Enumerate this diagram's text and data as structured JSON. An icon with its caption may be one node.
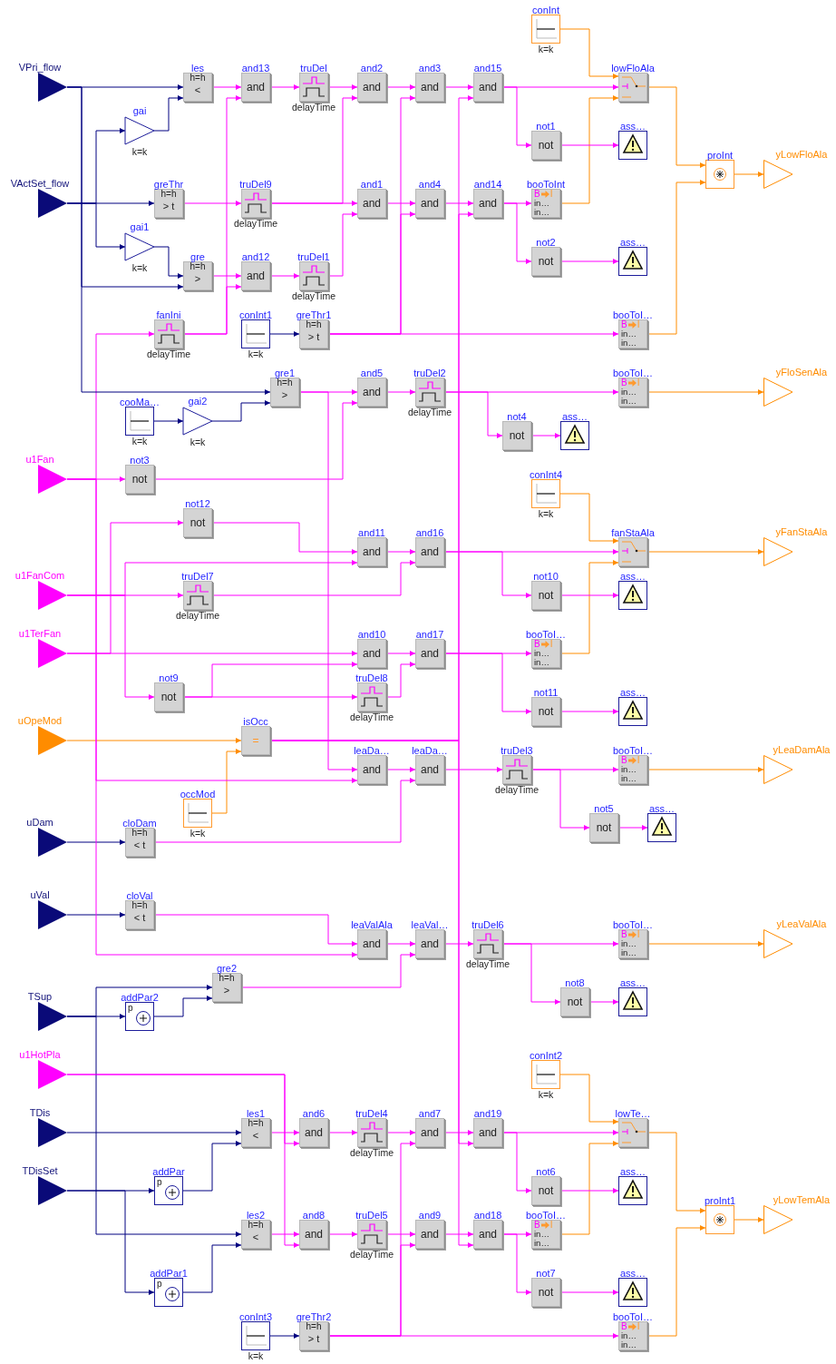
{
  "diagram": {
    "nodes": [
      {
        "text": [
          "conInt"
        ],
        "beside": [
          "k=k"
        ]
      },
      {
        "text": [
          "VPri_flow"
        ]
      },
      {
        "text": [
          "les",
          "h=h",
          "<"
        ]
      },
      {
        "text": [
          "and13",
          "and"
        ]
      },
      {
        "text": [
          "truDel"
        ],
        "beside": [
          "delayTime"
        ]
      },
      {
        "text": [
          "and2",
          "and"
        ]
      },
      {
        "text": [
          "and3",
          "and"
        ]
      },
      {
        "text": [
          "and15",
          "and"
        ]
      },
      {
        "text": [
          "lowFloAla"
        ]
      },
      {
        "text": [
          "gai"
        ],
        "beside": [
          "k=k"
        ]
      },
      {
        "text": [
          "not1",
          "not"
        ]
      },
      {
        "text": [
          "ass…"
        ]
      },
      {
        "text": [
          "proInt"
        ]
      },
      {
        "text": [
          "yLowFloAla"
        ]
      },
      {
        "text": [
          "VActSet_flow"
        ]
      },
      {
        "text": [
          "greThr",
          "h=h",
          "> t"
        ]
      },
      {
        "text": [
          "truDel9"
        ],
        "beside": [
          "delayTime"
        ]
      },
      {
        "text": [
          "and1",
          "and"
        ]
      },
      {
        "text": [
          "and4",
          "and"
        ]
      },
      {
        "text": [
          "and14",
          "and"
        ]
      },
      {
        "text": [
          "booToInt",
          "B",
          "I",
          "in…",
          "in…"
        ]
      },
      {
        "text": [
          "gai1"
        ],
        "beside": [
          "k=k"
        ]
      },
      {
        "text": [
          "not2",
          "not"
        ]
      },
      {
        "text": [
          "ass…"
        ]
      },
      {
        "text": [
          "gre",
          "h=h",
          ">"
        ]
      },
      {
        "text": [
          "and12",
          "and"
        ]
      },
      {
        "text": [
          "truDel1"
        ],
        "beside": [
          "delayTime"
        ]
      },
      {
        "text": [
          "fanIni"
        ],
        "beside": [
          "delayTime"
        ]
      },
      {
        "text": [
          "conInt1"
        ],
        "beside": [
          "k=k"
        ]
      },
      {
        "text": [
          "greThr1",
          "h=h",
          "> t"
        ]
      },
      {
        "text": [
          "booToI…",
          "B",
          "I",
          "in…",
          "in…"
        ]
      },
      {
        "text": [
          "gre1",
          "h=h",
          ">"
        ]
      },
      {
        "text": [
          "and5",
          "and"
        ]
      },
      {
        "text": [
          "truDel2"
        ],
        "beside": [
          "delayTime"
        ]
      },
      {
        "text": [
          "booToI…",
          "B",
          "I",
          "in…",
          "in…"
        ]
      },
      {
        "text": [
          "yFloSenAla"
        ]
      },
      {
        "text": [
          "cooMa…"
        ],
        "beside": [
          "k=k"
        ]
      },
      {
        "text": [
          "gai2"
        ],
        "beside": [
          "k=k"
        ]
      },
      {
        "text": [
          "not4",
          "not"
        ]
      },
      {
        "text": [
          "ass…"
        ]
      },
      {
        "text": [
          "u1Fan"
        ]
      },
      {
        "text": [
          "not3",
          "not"
        ]
      },
      {
        "text": [
          "conInt4"
        ],
        "beside": [
          "k=k"
        ]
      },
      {
        "text": [
          "not12",
          "not"
        ]
      },
      {
        "text": [
          "and11",
          "and"
        ]
      },
      {
        "text": [
          "and16",
          "and"
        ]
      },
      {
        "text": [
          "fanStaAla"
        ]
      },
      {
        "text": [
          "yFanStaAla"
        ]
      },
      {
        "text": [
          "u1FanCom"
        ]
      },
      {
        "text": [
          "truDel7"
        ],
        "beside": [
          "delayTime"
        ]
      },
      {
        "text": [
          "not10",
          "not"
        ]
      },
      {
        "text": [
          "ass…"
        ]
      },
      {
        "text": [
          "u1TerFan"
        ]
      },
      {
        "text": [
          "and10",
          "and"
        ]
      },
      {
        "text": [
          "and17",
          "and"
        ]
      },
      {
        "text": [
          "booToI…",
          "B",
          "I",
          "in…",
          "in…"
        ]
      },
      {
        "text": [
          "not9",
          "not"
        ]
      },
      {
        "text": [
          "truDel8"
        ],
        "beside": [
          "delayTime"
        ]
      },
      {
        "text": [
          "not11",
          "not"
        ]
      },
      {
        "text": [
          "ass…"
        ]
      },
      {
        "text": [
          "uOpeMod"
        ]
      },
      {
        "text": [
          "isOcc",
          "="
        ]
      },
      {
        "text": [
          "leaDa…",
          "and"
        ]
      },
      {
        "text": [
          "leaDa…",
          "and"
        ]
      },
      {
        "text": [
          "truDel3"
        ],
        "beside": [
          "delayTime"
        ]
      },
      {
        "text": [
          "booToI…",
          "B",
          "I",
          "in…",
          "in…"
        ]
      },
      {
        "text": [
          "yLeaDamAla"
        ]
      },
      {
        "text": [
          "occMod"
        ],
        "beside": [
          "k=k"
        ]
      },
      {
        "text": [
          "not5",
          "not"
        ]
      },
      {
        "text": [
          "ass…"
        ]
      },
      {
        "text": [
          "uDam"
        ]
      },
      {
        "text": [
          "cloDam",
          "h=h",
          "< t"
        ]
      },
      {
        "text": [
          "uVal"
        ]
      },
      {
        "text": [
          "cloVal",
          "h=h",
          "< t"
        ]
      },
      {
        "text": [
          "leaValAla",
          "and"
        ]
      },
      {
        "text": [
          "leaVal…",
          "and"
        ]
      },
      {
        "text": [
          "truDel6"
        ],
        "beside": [
          "delayTime"
        ]
      },
      {
        "text": [
          "booToI…",
          "B",
          "I",
          "in…",
          "in…"
        ]
      },
      {
        "text": [
          "yLeaValAla"
        ]
      },
      {
        "text": [
          "gre2",
          "h=h",
          ">"
        ]
      },
      {
        "text": [
          "not8",
          "not"
        ]
      },
      {
        "text": [
          "ass…"
        ]
      },
      {
        "text": [
          "TSup"
        ]
      },
      {
        "text": [
          "addPar2",
          "p"
        ]
      },
      {
        "text": [
          "u1HotPla"
        ]
      },
      {
        "text": [
          "conInt2"
        ],
        "beside": [
          "k=k"
        ]
      },
      {
        "text": [
          "TDis"
        ]
      },
      {
        "text": [
          "les1",
          "h=h",
          "<"
        ]
      },
      {
        "text": [
          "and6",
          "and"
        ]
      },
      {
        "text": [
          "truDel4"
        ],
        "beside": [
          "delayTime"
        ]
      },
      {
        "text": [
          "and7",
          "and"
        ]
      },
      {
        "text": [
          "and19",
          "and"
        ]
      },
      {
        "text": [
          "lowTe…"
        ]
      },
      {
        "text": [
          "TDisSet"
        ]
      },
      {
        "text": [
          "addPar",
          "p"
        ]
      },
      {
        "text": [
          "not6",
          "not"
        ]
      },
      {
        "text": [
          "ass…"
        ]
      },
      {
        "text": [
          "proInt1"
        ]
      },
      {
        "text": [
          "yLowTemAla"
        ]
      },
      {
        "text": [
          "les2",
          "h=h",
          "<"
        ]
      },
      {
        "text": [
          "and8",
          "and"
        ]
      },
      {
        "text": [
          "truDel5"
        ],
        "beside": [
          "delayTime"
        ]
      },
      {
        "text": [
          "and9",
          "and"
        ]
      },
      {
        "text": [
          "and18",
          "and"
        ]
      },
      {
        "text": [
          "booToI…",
          "B",
          "I",
          "in…",
          "in…"
        ]
      },
      {
        "text": [
          "addPar1",
          "p"
        ]
      },
      {
        "text": [
          "not7",
          "not"
        ]
      },
      {
        "text": [
          "ass…"
        ]
      },
      {
        "text": [
          "conInt3"
        ],
        "beside": [
          "k=k"
        ]
      },
      {
        "text": [
          "greThr2",
          "h=h",
          "> t"
        ]
      },
      {
        "text": [
          "booToI…",
          "B",
          "I",
          "in…",
          "in…"
        ]
      }
    ],
    "edges": [
      {
        "from": 1,
        "to": 2,
        "arrow": "to",
        "color": "#000080"
      },
      {
        "from": 9,
        "to": 2,
        "arrow": "to",
        "color": "#000080"
      },
      {
        "from": 2,
        "to": 3,
        "arrow": "to"
      },
      {
        "from": 27,
        "to": 3,
        "arrow": "to"
      },
      {
        "from": 3,
        "to": 4,
        "arrow": "to"
      },
      {
        "from": 4,
        "to": 5,
        "arrow": "to"
      },
      {
        "from": 16,
        "to": 5,
        "arrow": "to"
      },
      {
        "from": 5,
        "to": 6,
        "arrow": "to"
      },
      {
        "from": 29,
        "to": 6,
        "arrow": "to"
      },
      {
        "from": 6,
        "to": 7,
        "arrow": "to"
      },
      {
        "from": 61,
        "to": 7,
        "arrow": "to"
      },
      {
        "from": 0,
        "to": 8,
        "arrow": "to",
        "color": "#ff8c00"
      },
      {
        "from": 7,
        "to": 8,
        "arrow": "to"
      },
      {
        "from": 20,
        "to": 8,
        "arrow": "to",
        "color": "#ff8c00"
      },
      {
        "from": 14,
        "to": 9,
        "arrow": "to",
        "color": "#000080"
      },
      {
        "from": 7,
        "to": 10,
        "arrow": "to"
      },
      {
        "from": 10,
        "to": 11,
        "arrow": "to"
      },
      {
        "from": 8,
        "to": 12,
        "arrow": "to",
        "color": "#ff8c00"
      },
      {
        "from": 30,
        "to": 12,
        "arrow": "to",
        "color": "#ff8c00"
      },
      {
        "from": 12,
        "to": 13,
        "arrow": "to",
        "color": "#ff8c00"
      },
      {
        "from": 14,
        "to": 15,
        "arrow": "to",
        "color": "#000080"
      },
      {
        "from": 15,
        "to": 16,
        "arrow": "to"
      },
      {
        "from": 16,
        "to": 17,
        "arrow": "to"
      },
      {
        "from": 26,
        "to": 17,
        "arrow": "to"
      },
      {
        "from": 17,
        "to": 18,
        "arrow": "to"
      },
      {
        "from": 29,
        "to": 18,
        "arrow": "to"
      },
      {
        "from": 18,
        "to": 19,
        "arrow": "to"
      },
      {
        "from": 61,
        "to": 19,
        "arrow": "to"
      },
      {
        "from": 19,
        "to": 20,
        "arrow": "to"
      },
      {
        "from": 14,
        "to": 21,
        "arrow": "to",
        "color": "#000080"
      },
      {
        "from": 19,
        "to": 22,
        "arrow": "to"
      },
      {
        "from": 22,
        "to": 23,
        "arrow": "to"
      },
      {
        "from": 21,
        "to": 24,
        "arrow": "to",
        "color": "#000080"
      },
      {
        "from": 1,
        "to": 24,
        "arrow": "to",
        "color": "#000080"
      },
      {
        "from": 24,
        "to": 25,
        "arrow": "to"
      },
      {
        "from": 27,
        "to": 25,
        "arrow": "to"
      },
      {
        "from": 25,
        "to": 26,
        "arrow": "to"
      },
      {
        "from": 40,
        "to": 27,
        "arrow": "to"
      },
      {
        "from": 28,
        "to": 29,
        "arrow": "to",
        "color": "#000080"
      },
      {
        "from": 29,
        "to": 30,
        "arrow": "to"
      },
      {
        "from": 1,
        "to": 31,
        "arrow": "to",
        "color": "#000080"
      },
      {
        "from": 37,
        "to": 31,
        "arrow": "to",
        "color": "#000080"
      },
      {
        "from": 31,
        "to": 32,
        "arrow": "to"
      },
      {
        "from": 41,
        "to": 32,
        "arrow": "to"
      },
      {
        "from": 32,
        "to": 33,
        "arrow": "to"
      },
      {
        "from": 33,
        "to": 34,
        "arrow": "to"
      },
      {
        "from": 34,
        "to": 35,
        "arrow": "to",
        "color": "#ff8c00"
      },
      {
        "from": 36,
        "to": 37,
        "arrow": "to",
        "color": "#000080"
      },
      {
        "from": 33,
        "to": 38,
        "arrow": "to"
      },
      {
        "from": 38,
        "to": 39,
        "arrow": "to"
      },
      {
        "from": 40,
        "to": 41,
        "arrow": "to"
      },
      {
        "from": 43,
        "to": 44,
        "arrow": "to"
      },
      {
        "from": 48,
        "to": 44,
        "arrow": "to"
      },
      {
        "from": 44,
        "to": 45,
        "arrow": "to"
      },
      {
        "from": 49,
        "to": 45,
        "arrow": "to"
      },
      {
        "from": 42,
        "to": 46,
        "arrow": "to",
        "color": "#ff8c00"
      },
      {
        "from": 45,
        "to": 46,
        "arrow": "to"
      },
      {
        "from": 55,
        "to": 46,
        "arrow": "to",
        "color": "#ff8c00"
      },
      {
        "from": 46,
        "to": 47,
        "arrow": "to",
        "color": "#ff8c00"
      },
      {
        "from": 48,
        "to": 49,
        "arrow": "to"
      },
      {
        "from": 45,
        "to": 50,
        "arrow": "to"
      },
      {
        "from": 50,
        "to": 51,
        "arrow": "to"
      },
      {
        "from": 52,
        "to": 43,
        "arrow": "to"
      },
      {
        "from": 52,
        "to": 53,
        "arrow": "to"
      },
      {
        "from": 56,
        "to": 53,
        "arrow": "to"
      },
      {
        "from": 53,
        "to": 54,
        "arrow": "to"
      },
      {
        "from": 57,
        "to": 54,
        "arrow": "to"
      },
      {
        "from": 54,
        "to": 55,
        "arrow": "to"
      },
      {
        "from": 54,
        "to": 58,
        "arrow": "to"
      },
      {
        "from": 58,
        "to": 59,
        "arrow": "to"
      },
      {
        "from": 48,
        "to": 56,
        "arrow": "to"
      },
      {
        "from": 56,
        "to": 57,
        "arrow": "to"
      },
      {
        "from": 60,
        "to": 61,
        "arrow": "to",
        "color": "#ff8c00"
      },
      {
        "from": 67,
        "to": 61,
        "arrow": "to",
        "color": "#ff8c00"
      },
      {
        "from": 31,
        "to": 62,
        "arrow": "to"
      },
      {
        "from": 40,
        "to": 62,
        "arrow": "to"
      },
      {
        "from": 62,
        "to": 63,
        "arrow": "to"
      },
      {
        "from": 71,
        "to": 63,
        "arrow": "to"
      },
      {
        "from": 63,
        "to": 64,
        "arrow": "to"
      },
      {
        "from": 64,
        "to": 65,
        "arrow": "to"
      },
      {
        "from": 65,
        "to": 66,
        "arrow": "to",
        "color": "#ff8c00"
      },
      {
        "from": 64,
        "to": 68,
        "arrow": "to"
      },
      {
        "from": 68,
        "to": 69,
        "arrow": "to"
      },
      {
        "from": 70,
        "to": 71,
        "arrow": "to",
        "color": "#000080"
      },
      {
        "from": 72,
        "to": 73,
        "arrow": "to",
        "color": "#000080"
      },
      {
        "from": 73,
        "to": 74,
        "arrow": "to"
      },
      {
        "from": 40,
        "to": 74,
        "arrow": "to"
      },
      {
        "from": 74,
        "to": 75,
        "arrow": "to"
      },
      {
        "from": 79,
        "to": 75,
        "arrow": "to"
      },
      {
        "from": 75,
        "to": 76,
        "arrow": "to"
      },
      {
        "from": 76,
        "to": 77,
        "arrow": "to"
      },
      {
        "from": 77,
        "to": 78,
        "arrow": "to",
        "color": "#ff8c00"
      },
      {
        "from": 82,
        "to": 79,
        "arrow": "to",
        "color": "#000080"
      },
      {
        "from": 83,
        "to": 79,
        "arrow": "to",
        "color": "#000080"
      },
      {
        "from": 76,
        "to": 80,
        "arrow": "to"
      },
      {
        "from": 80,
        "to": 81,
        "arrow": "to"
      },
      {
        "from": 82,
        "to": 83,
        "arrow": "to",
        "color": "#000080"
      },
      {
        "from": 85,
        "to": 92,
        "arrow": "to",
        "color": "#ff8c00"
      },
      {
        "from": 86,
        "to": 87,
        "arrow": "to",
        "color": "#000080"
      },
      {
        "from": 94,
        "to": 87,
        "arrow": "to",
        "color": "#000080"
      },
      {
        "from": 87,
        "to": 88,
        "arrow": "to"
      },
      {
        "from": 84,
        "to": 88,
        "arrow": "to"
      },
      {
        "from": 88,
        "to": 89,
        "arrow": "to"
      },
      {
        "from": 89,
        "to": 90,
        "arrow": "to"
      },
      {
        "from": 109,
        "to": 90,
        "arrow": "to"
      },
      {
        "from": 90,
        "to": 91,
        "arrow": "to"
      },
      {
        "from": 61,
        "to": 91,
        "arrow": "to"
      },
      {
        "from": 91,
        "to": 92,
        "arrow": "to"
      },
      {
        "from": 104,
        "to": 92,
        "arrow": "to",
        "color": "#ff8c00"
      },
      {
        "from": 92,
        "to": 97,
        "arrow": "to",
        "color": "#ff8c00"
      },
      {
        "from": 110,
        "to": 97,
        "arrow": "to",
        "color": "#ff8c00"
      },
      {
        "from": 97,
        "to": 98,
        "arrow": "to",
        "color": "#ff8c00"
      },
      {
        "from": 93,
        "to": 94,
        "arrow": "to",
        "color": "#000080"
      },
      {
        "from": 91,
        "to": 95,
        "arrow": "to"
      },
      {
        "from": 95,
        "to": 96,
        "arrow": "to"
      },
      {
        "from": 82,
        "to": 99,
        "arrow": "to",
        "color": "#000080"
      },
      {
        "from": 105,
        "to": 99,
        "arrow": "to",
        "color": "#000080"
      },
      {
        "from": 99,
        "to": 100,
        "arrow": "to"
      },
      {
        "from": 84,
        "to": 100,
        "arrow": "to"
      },
      {
        "from": 100,
        "to": 101,
        "arrow": "to"
      },
      {
        "from": 101,
        "to": 102,
        "arrow": "to"
      },
      {
        "from": 109,
        "to": 102,
        "arrow": "to"
      },
      {
        "from": 102,
        "to": 103,
        "arrow": "to"
      },
      {
        "from": 61,
        "to": 103,
        "arrow": "to"
      },
      {
        "from": 103,
        "to": 104,
        "arrow": "to"
      },
      {
        "from": 103,
        "to": 106,
        "arrow": "to"
      },
      {
        "from": 106,
        "to": 107,
        "arrow": "to"
      },
      {
        "from": 93,
        "to": 105,
        "arrow": "to",
        "color": "#000080"
      },
      {
        "from": 108,
        "to": 109,
        "arrow": "to",
        "color": "#000080"
      },
      {
        "from": 109,
        "to": 110,
        "arrow": "to"
      }
    ]
  }
}
